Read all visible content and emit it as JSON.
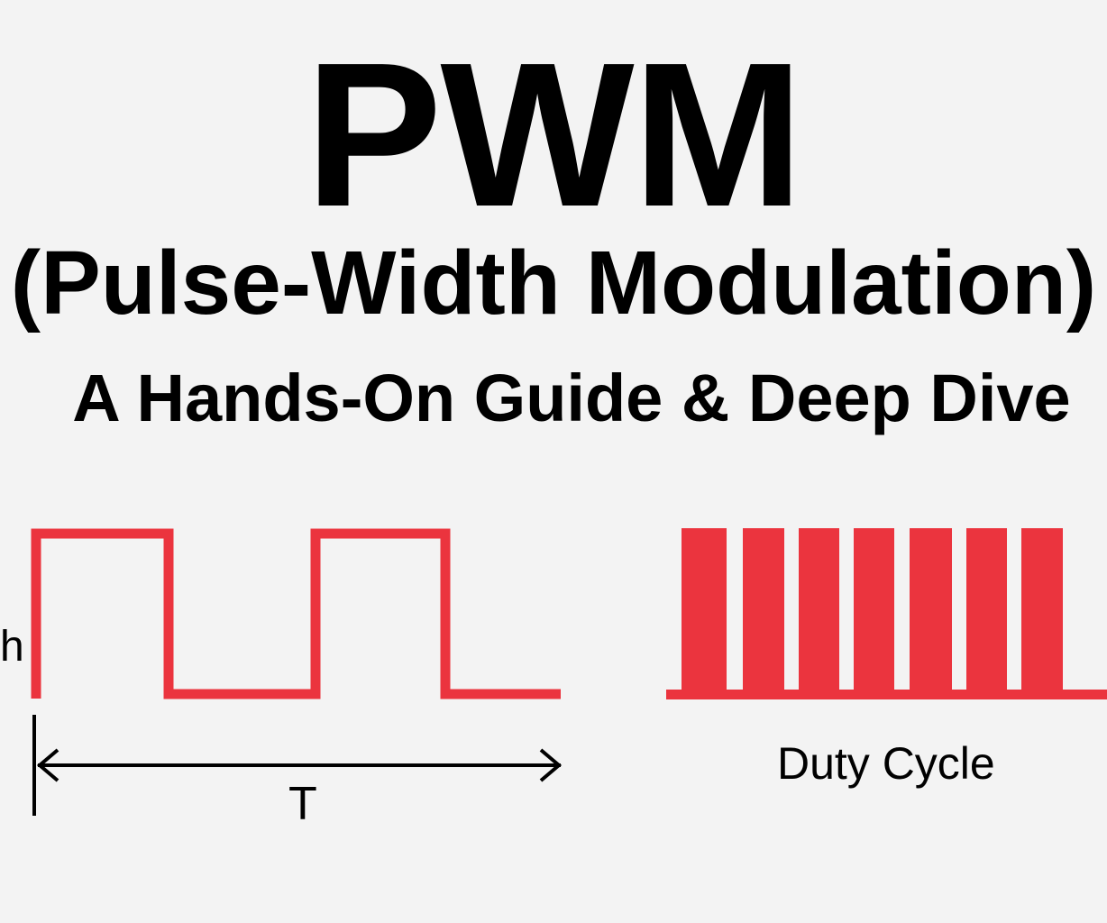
{
  "header": {
    "title": "PWM",
    "subtitle": "(Pulse-Width Modulation)",
    "tagline": "A Hands-On Guide & Deep Dive"
  },
  "left_diagram": {
    "height_label": "h",
    "period_label": "T",
    "waveform": "square wave, two pulses",
    "color": "#eb343e"
  },
  "right_diagram": {
    "caption": "Duty Cycle",
    "pulse_count": 7,
    "color": "#eb343e"
  },
  "colors": {
    "background": "#f3f3f3",
    "accent": "#eb343e",
    "text": "#000000"
  }
}
